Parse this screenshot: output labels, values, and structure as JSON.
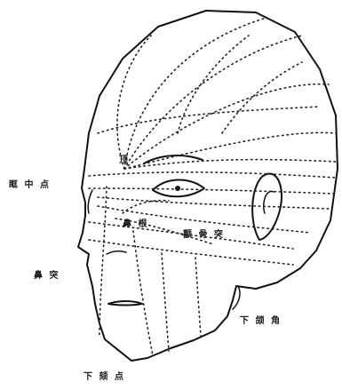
{
  "labels": {
    "top_mark": "顶",
    "nose_bridge": "鼻 根",
    "left_mid": "眶 中 点",
    "zygomatic": "颧 骨 突",
    "nose_tip": "鼻 突",
    "jaw_right": "下 颌 角",
    "chin": "下 颏 点"
  },
  "colors": {
    "line": "#111111",
    "background": "#ffffff"
  }
}
